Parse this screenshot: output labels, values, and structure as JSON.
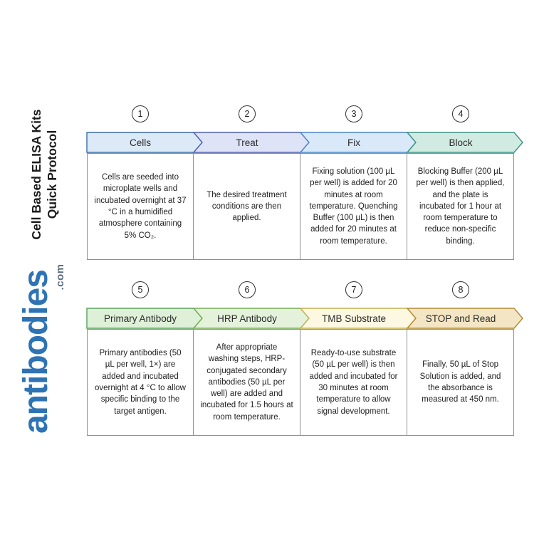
{
  "brand": {
    "name": "antibodies",
    "tld": ".com",
    "color": "#2e74b5"
  },
  "title": {
    "line1": "Cell Based ELISA Kits",
    "line2": "Quick Protocol"
  },
  "steps": [
    {
      "number": "1",
      "label": "Cells",
      "fill": "#dce9f6",
      "stroke": "#3c6ea5",
      "description": "Cells are seeded into microplate wells and incubated overnight at 37 °C in a humidified atmosphere containing 5% CO₂."
    },
    {
      "number": "2",
      "label": "Treat",
      "fill": "#dee3f7",
      "stroke": "#4f5fae",
      "description": "The desired treatment conditions are then applied."
    },
    {
      "number": "3",
      "label": "Fix",
      "fill": "#d9e9fa",
      "stroke": "#4a86c8",
      "description": "Fixing solution (100 µL per well) is added for 20 minutes at room temperature. Quenching Buffer (100 µL) is then added for 20 minutes at room temperature."
    },
    {
      "number": "4",
      "label": "Block",
      "fill": "#d2ebe2",
      "stroke": "#3a9183",
      "description": "Blocking Buffer (200 µL per well) is then applied, and the plate is incubated for 1 hour at room temperature to reduce non-specific binding."
    },
    {
      "number": "5",
      "label": "Primary Antibody",
      "fill": "#def0d8",
      "stroke": "#58a15a",
      "description": "Primary antibodies (50 µL per well, 1×) are added and incubated overnight at 4 °C to allow specific binding to the target antigen."
    },
    {
      "number": "6",
      "label": "HRP Antibody",
      "fill": "#e4f2dc",
      "stroke": "#74ab52",
      "description": "After appropriate washing steps, HRP-conjugated secondary antibodies (50 µL per well) are added and incubated for 1.5 hours at room temperature."
    },
    {
      "number": "7",
      "label": "TMB Substrate",
      "fill": "#fcf8e1",
      "stroke": "#c3b04d",
      "description": "Ready-to-use substrate (50 µL per well) is then added and incubated for 30 minutes at room temperature to allow signal development."
    },
    {
      "number": "8",
      "label": "STOP and Read",
      "fill": "#f4e6c4",
      "stroke": "#b08a2e",
      "description": "Finally, 50 µL of Stop Solution is added, and the absorbance is measured at 450 nm."
    }
  ]
}
